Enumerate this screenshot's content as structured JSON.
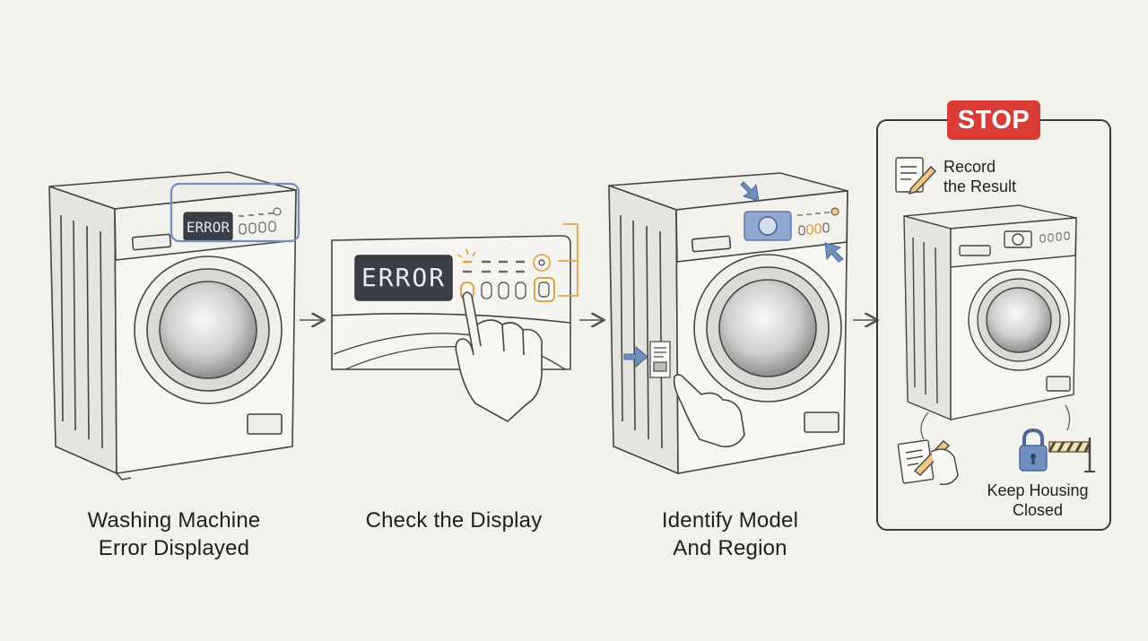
{
  "steps": [
    {
      "line1": "Washing Machine",
      "line2": "Error Displayed"
    },
    {
      "line1": "Check the Display"
    },
    {
      "line1": "Identify Model",
      "line2": "And Region"
    }
  ],
  "stop": {
    "badge": "STOP",
    "record_line1": "Record",
    "record_line2": "the Result",
    "housing_line1": "Keep Housing",
    "housing_line2": "Closed"
  },
  "display": {
    "small": "ERROR",
    "large": "ERROR"
  },
  "colors": {
    "background": "#f3f1eb",
    "stop_red": "#d93b36",
    "highlight_blue": "#6f8fbf",
    "highlight_orange": "#e2a24a",
    "lcd": "#3a3f47"
  }
}
